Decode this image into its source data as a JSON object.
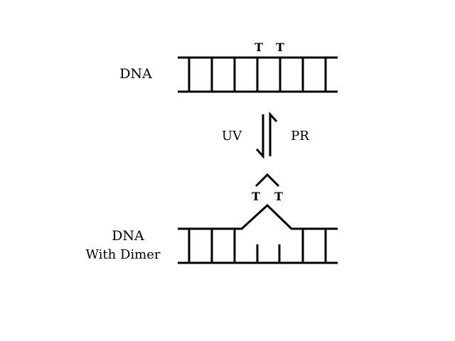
{
  "top_panel": {
    "label": "DNA",
    "bases": [
      "T",
      "T"
    ]
  },
  "reaction": {
    "forward_label": "UV",
    "reverse_label": "PR"
  },
  "bottom_panel": {
    "label_line1": "DNA",
    "label_line2": "With Dimer",
    "bases": [
      "T",
      "T"
    ]
  },
  "colors": {
    "ink": "#000000",
    "background": "#ffffff"
  }
}
